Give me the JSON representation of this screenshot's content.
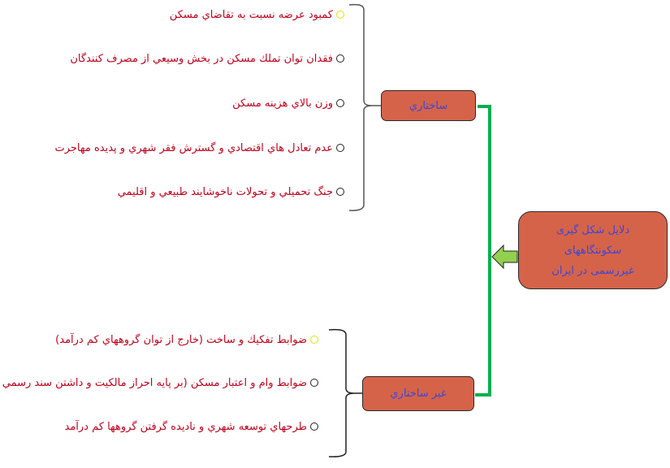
{
  "root": {
    "lines": [
      "دلایل شکل گیری",
      "سکونتگاههای",
      "غیررسمی در ایران"
    ]
  },
  "categories": [
    {
      "label": "ساختاري",
      "items": [
        {
          "text": "كمبود عرضه نسبت به تقاضاي مسكن",
          "bullet_color": "#e5e000"
        },
        {
          "text": "فقدان توان تملك مسكن در بخش وسيعي از مصرف كنندگان",
          "bullet_color": "#222222"
        },
        {
          "text": "وزن بالاي هزينه مسكن",
          "bullet_color": "#222222"
        },
        {
          "text": "عدم تعادل هاي اقتصادي و گسترش فقر شهري و پديده مهاجرت",
          "bullet_color": "#222222"
        },
        {
          "text": "جنگ تحميلي  و تحولات ناخوشايند طبيعي و اقليمي",
          "bullet_color": "#222222"
        }
      ]
    },
    {
      "label": "غير ساختاري",
      "items": [
        {
          "text": "ضوابط تفكيك و ساخت (خارج از توان گروههاي كم درآمد)",
          "bullet_color": "#e5e000"
        },
        {
          "text": "ضوابط وام و اعتبار مسكن (بر پايه احراز مالكيت و داشتن سند رسمي )",
          "bullet_color": "#222222"
        },
        {
          "text": "طرحهاي توسعه شهري و ناديده گرفتن گروهها كم درآمد",
          "bullet_color": "#222222"
        }
      ]
    }
  ],
  "colors": {
    "box_fill": "#D5634A",
    "box_text": "#3b47d6",
    "item_text": "#c0001a",
    "connector": "#00b050",
    "arrow": "#92d050"
  }
}
